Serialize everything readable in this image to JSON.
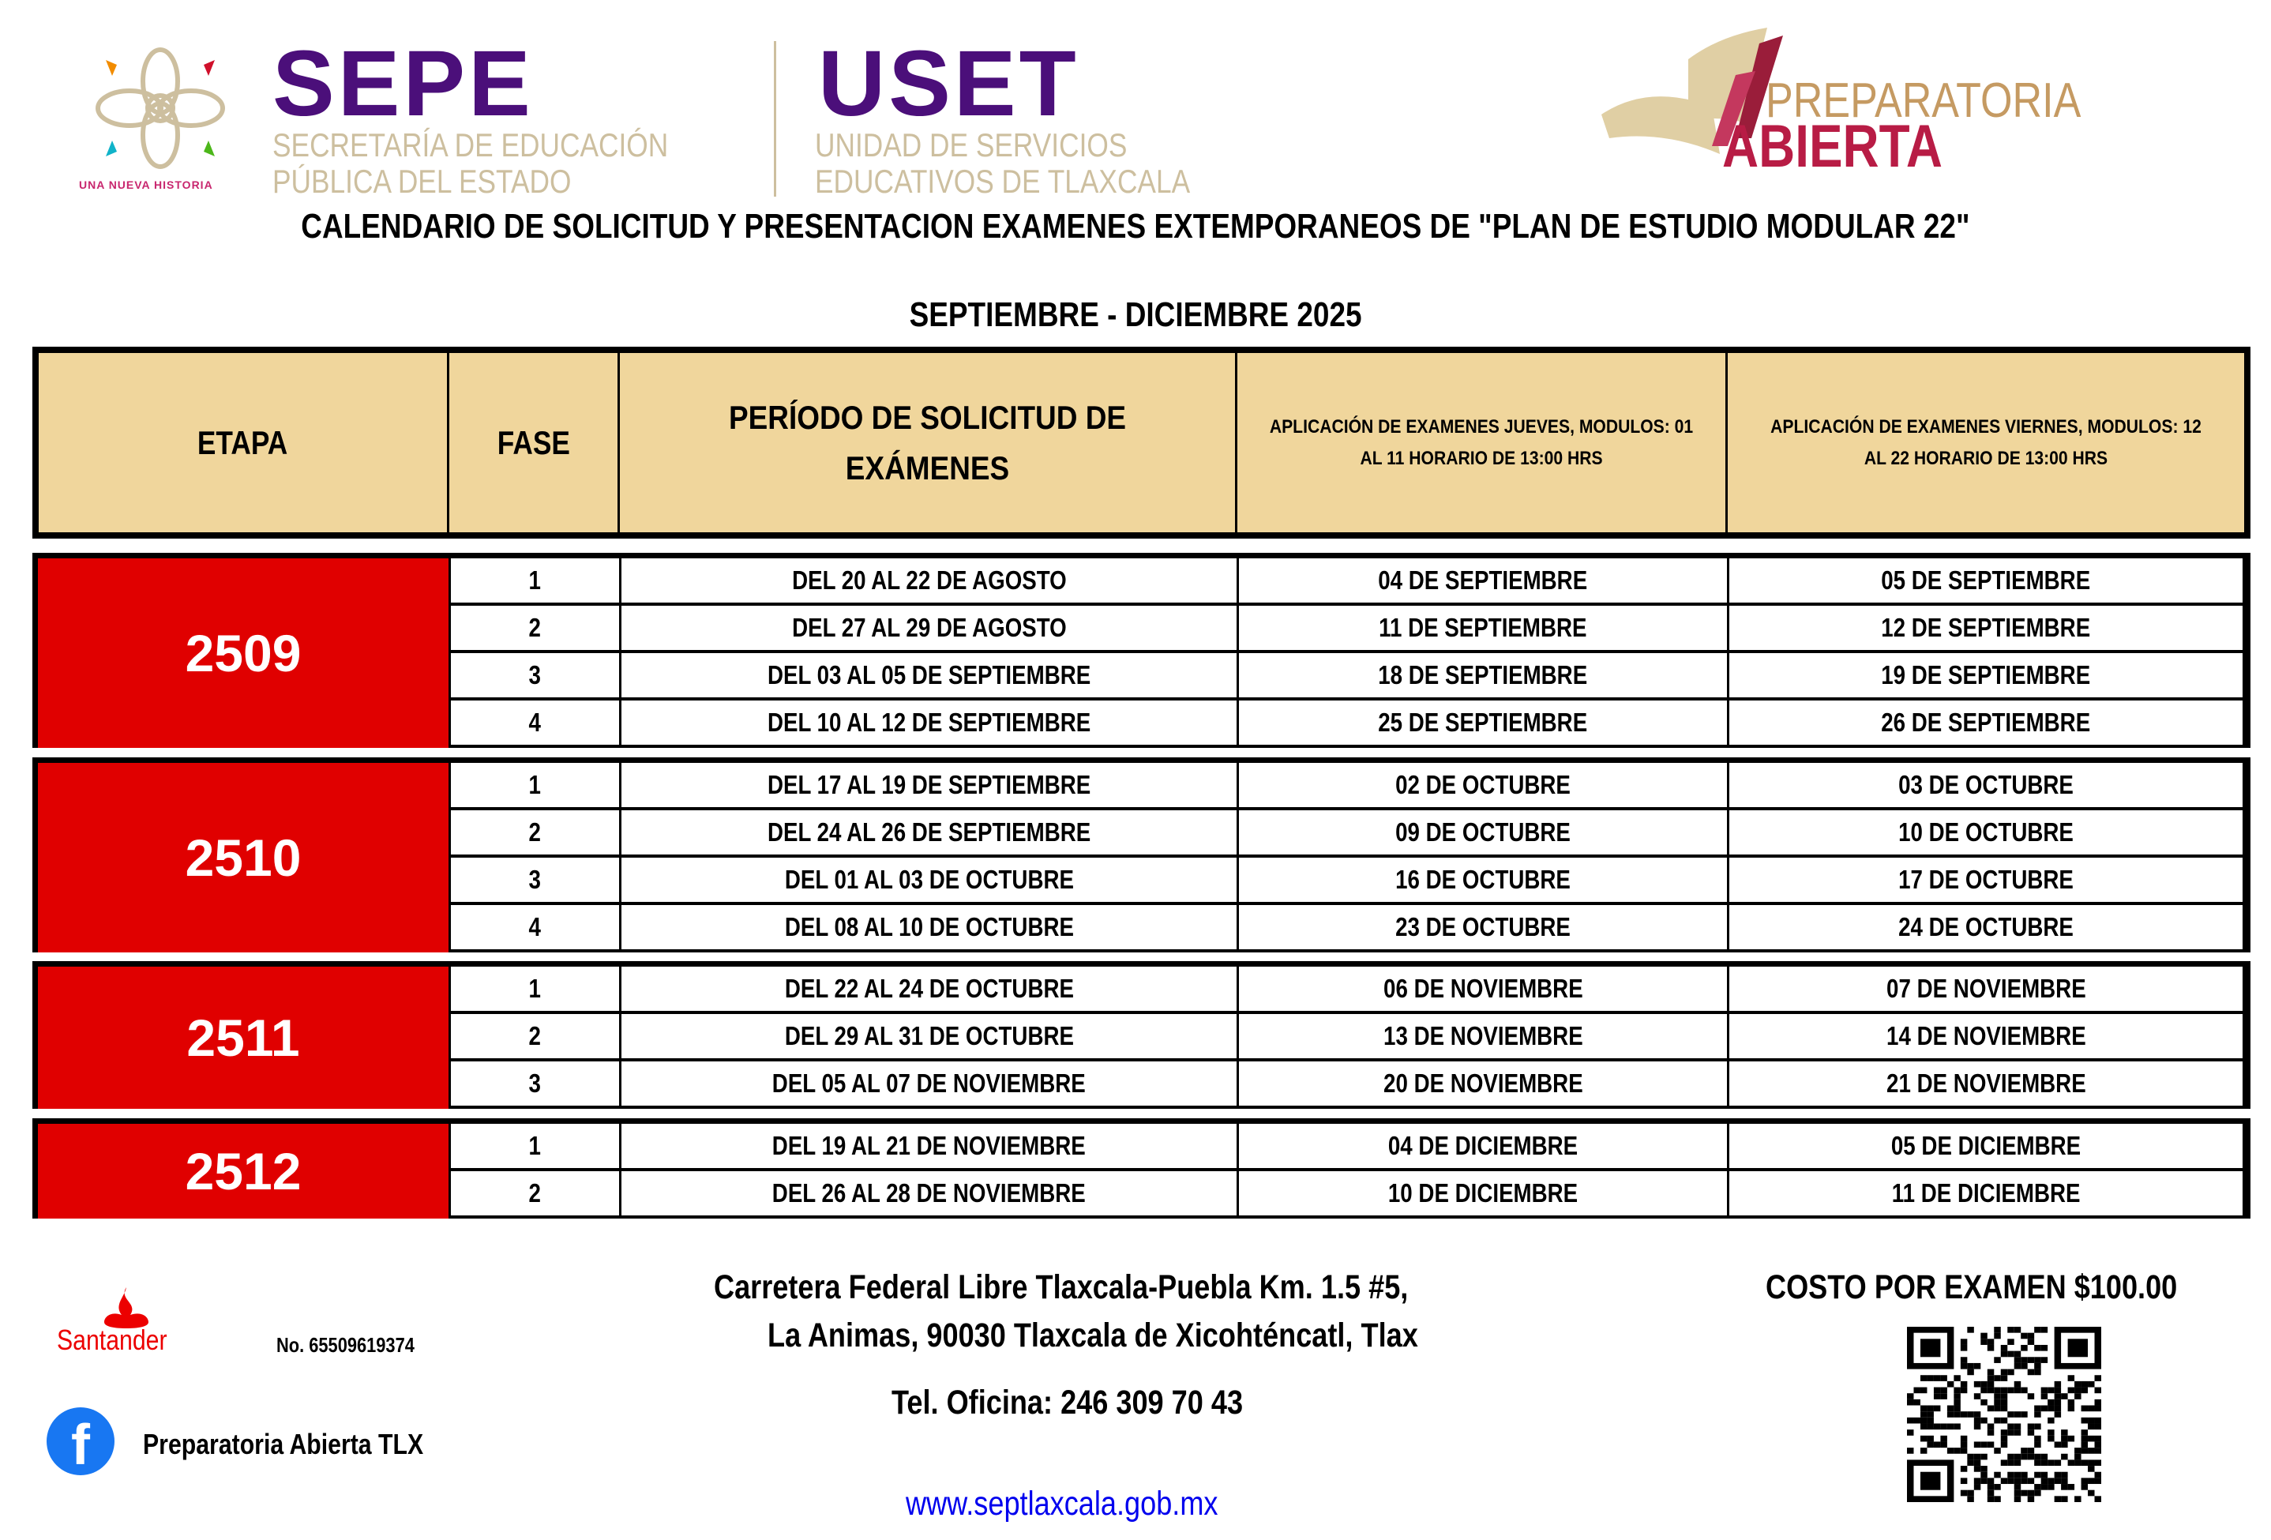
{
  "logos": {
    "sepe": {
      "name": "SEPE",
      "line1": "SECRETARÍA DE EDUCACIÓN",
      "line2": "PÚBLICA DEL ESTADO",
      "tagline": "UNA NUEVA HISTORIA"
    },
    "uset": {
      "name": "USET",
      "line1": "UNIDAD DE SERVICIOS",
      "line2": "EDUCATIVOS DE TLAXCALA"
    },
    "prepa": {
      "line1": "PREPARATORIA",
      "line2": "ABIERTA"
    }
  },
  "title": "CALENDARIO DE SOLICITUD Y PRESENTACION EXAMENES EXTEMPORANEOS DE \"PLAN DE ESTUDIO MODULAR 22\"",
  "subtitle": "SEPTIEMBRE - DICIEMBRE  2025",
  "table": {
    "headers": [
      "ETAPA",
      "FASE",
      "PERÍODO DE SOLICITUD DE EXÁMENES",
      "APLICACIÓN DE EXAMENES JUEVES, MODULOS: 01 AL 11 HORARIO DE 13:00 HRS",
      "APLICACIÓN DE EXAMENES VIERNES, MODULOS: 12 AL 22 HORARIO DE 13:00 HRS"
    ],
    "groups": [
      {
        "etapa": "2509",
        "rows": [
          {
            "fase": "1",
            "periodo": "DEL 20 AL 22 DE AGOSTO",
            "jueves": "04 DE SEPTIEMBRE",
            "viernes": "05 DE SEPTIEMBRE"
          },
          {
            "fase": "2",
            "periodo": "DEL 27 AL 29 DE AGOSTO",
            "jueves": "11 DE SEPTIEMBRE",
            "viernes": "12 DE SEPTIEMBRE"
          },
          {
            "fase": "3",
            "periodo": "DEL 03 AL 05 DE SEPTIEMBRE",
            "jueves": "18 DE SEPTIEMBRE",
            "viernes": "19 DE SEPTIEMBRE"
          },
          {
            "fase": "4",
            "periodo": "DEL 10 AL 12 DE SEPTIEMBRE",
            "jueves": "25 DE SEPTIEMBRE",
            "viernes": "26 DE SEPTIEMBRE"
          }
        ]
      },
      {
        "etapa": "2510",
        "rows": [
          {
            "fase": "1",
            "periodo": "DEL 17 AL 19 DE SEPTIEMBRE",
            "jueves": "02 DE OCTUBRE",
            "viernes": "03 DE OCTUBRE"
          },
          {
            "fase": "2",
            "periodo": "DEL 24 AL 26 DE SEPTIEMBRE",
            "jueves": "09 DE OCTUBRE",
            "viernes": "10 DE OCTUBRE"
          },
          {
            "fase": "3",
            "periodo": "DEL 01 AL 03 DE OCTUBRE",
            "jueves": "16 DE OCTUBRE",
            "viernes": "17 DE OCTUBRE"
          },
          {
            "fase": "4",
            "periodo": "DEL 08 AL 10 DE OCTUBRE",
            "jueves": "23  DE OCTUBRE",
            "viernes": "24 DE OCTUBRE"
          }
        ]
      },
      {
        "etapa": "2511",
        "rows": [
          {
            "fase": "1",
            "periodo": "DEL 22 AL 24 DE OCTUBRE",
            "jueves": "06 DE NOVIEMBRE",
            "viernes": "07 DE NOVIEMBRE"
          },
          {
            "fase": "2",
            "periodo": "DEL 29 AL 31 DE OCTUBRE",
            "jueves": "13 DE NOVIEMBRE",
            "viernes": "14 DE NOVIEMBRE"
          },
          {
            "fase": "3",
            "periodo": "DEL 05 AL 07 DE NOVIEMBRE",
            "jueves": "20 DE NOVIEMBRE",
            "viernes": "21 DE NOVIEMBRE"
          }
        ]
      },
      {
        "etapa": "2512",
        "rows": [
          {
            "fase": "1",
            "periodo": "DEL 19 AL 21 DE NOVIEMBRE",
            "jueves": "04 DE DICIEMBRE",
            "viernes": "05 DE DICIEMBRE"
          },
          {
            "fase": "2",
            "periodo": "DEL 26 AL 28 DE NOVIEMBRE",
            "jueves": "10 DE DICIEMBRE",
            "viernes": "11 DE DICIEMBRE"
          }
        ]
      }
    ]
  },
  "footer": {
    "bank": "Santander",
    "account": "No. 65509619374",
    "facebook": "Preparatoria Abierta TLX",
    "address1": "Carretera Federal Libre Tlaxcala-Puebla Km. 1.5 #5,",
    "address2": "La Animas, 90030 Tlaxcala de Xicohténcatl, Tlax",
    "phone": "Tel. Oficina: 246 309 70 43",
    "website": "www.septlaxcala.gob.mx",
    "cost": "COSTO POR EXAMEN $100.00"
  },
  "colors": {
    "purple": "#4b0f7a",
    "tan": "#cdbf9f",
    "header": "#f0d69c",
    "red": "#e00000",
    "prepa": "#b81c45"
  }
}
